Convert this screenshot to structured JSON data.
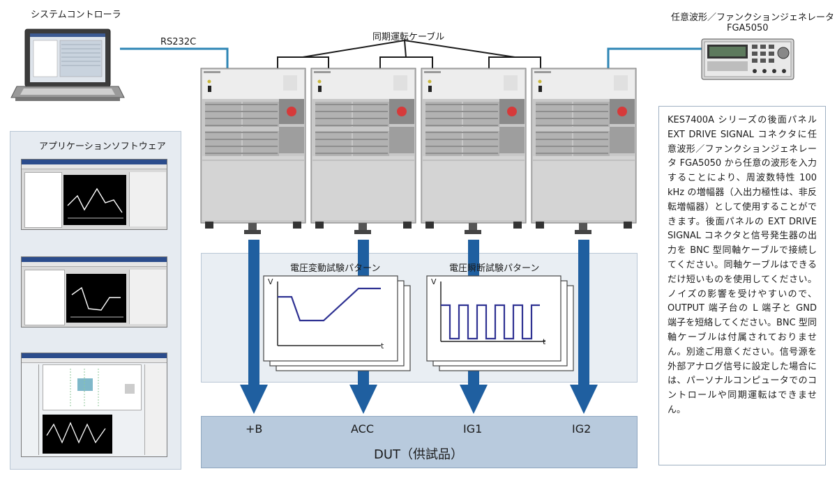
{
  "labels": {
    "controller": "システムコントローラ",
    "rs232c": "RS232C",
    "sync_cable": "同期運転ケーブル",
    "fg_title": "任意波形／ファンクションジェネレータ",
    "fg_model": "FGA5050",
    "app_software": "アプリケーションソフトウェア",
    "voltage_variation": "電圧変動試験パターン",
    "voltage_dropout": "電圧瞬断試験パターン",
    "axis_v": "V",
    "axis_t": "t",
    "dut": "DUT（供試品）"
  },
  "dut_inputs": [
    "+B",
    "ACC",
    "IG1",
    "IG2"
  ],
  "note": "KES7400A シリーズの後面パネル EXT DRIVE SIGNAL コネクタに任意波形／ファンクションジェネレータ FGA5050 から任意の波形を入力することにより、周波数特性 100 kHz の増幅器（入出力極性は、非反転増幅器）として使用することができます。後面パネルの EXT DRIVE SIGNAL コネクタと信号発生器の出力を BNC 型同軸ケーブルで接続してください。同軸ケーブルはできるだけ短いものを使用してください。ノイズの影響を受けやすいので、OUTPUT 端子台の L 端子と GND 端子を短絡してください。BNC 型同軸ケーブルは付属されておりません。別途ご用意ください。信号源を外部アナログ信号に設定した場合には、パーソナルコンピュータでのコントロールや同期運転はできません。",
  "colors": {
    "arrow": "#1f5fa0",
    "cable": "#2e86b5",
    "wave": "#2e3192",
    "panel": "#e6ebf1",
    "dut_fill": "#b8cadd",
    "button_red": "#d63a3a"
  }
}
